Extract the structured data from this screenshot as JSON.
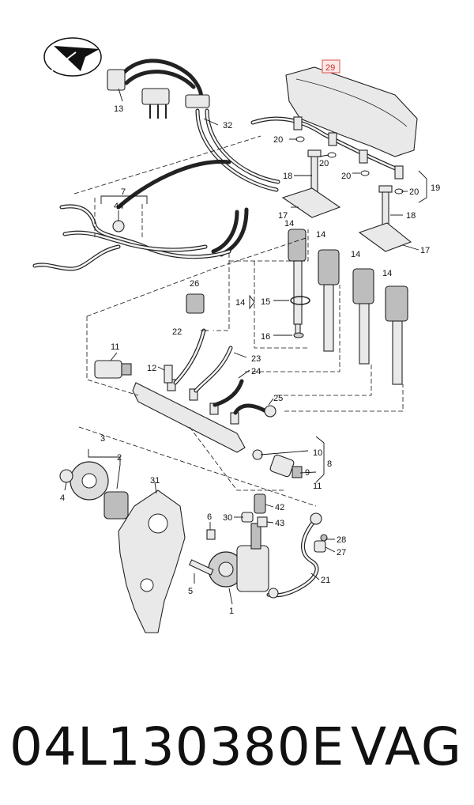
{
  "diagram": {
    "highlighted_callout": "29",
    "highlight_color": "#d9534f",
    "callouts": {
      "c1": "1",
      "c2": "2",
      "c3": "3",
      "c4": "4",
      "c5": "5",
      "c6": "6",
      "c7": "7",
      "c8": "8",
      "c9": "9",
      "c10": "10",
      "c11a": "11",
      "c11b": "11",
      "c12": "12",
      "c13": "13",
      "c14a": "14",
      "c14b": "14",
      "c14c": "14",
      "c14d": "14",
      "c14e": "14",
      "c15": "15",
      "c16": "16",
      "c17a": "17",
      "c17b": "17",
      "c18a": "18",
      "c18b": "18",
      "c19": "19",
      "c20a": "20",
      "c20b": "20",
      "c20c": "20",
      "c20d": "20",
      "c21": "21",
      "c22": "22",
      "c23": "23",
      "c24": "24",
      "c25": "25",
      "c26": "26",
      "c27": "27",
      "c28": "28",
      "c29": "29",
      "c30": "30",
      "c31": "31",
      "c32": "32",
      "c42": "42",
      "c43": "43",
      "c44": "44"
    }
  },
  "caption": {
    "part_number": "04L130380E",
    "brand": "VAG"
  },
  "icons": [
    "direction-arrow-icon"
  ]
}
